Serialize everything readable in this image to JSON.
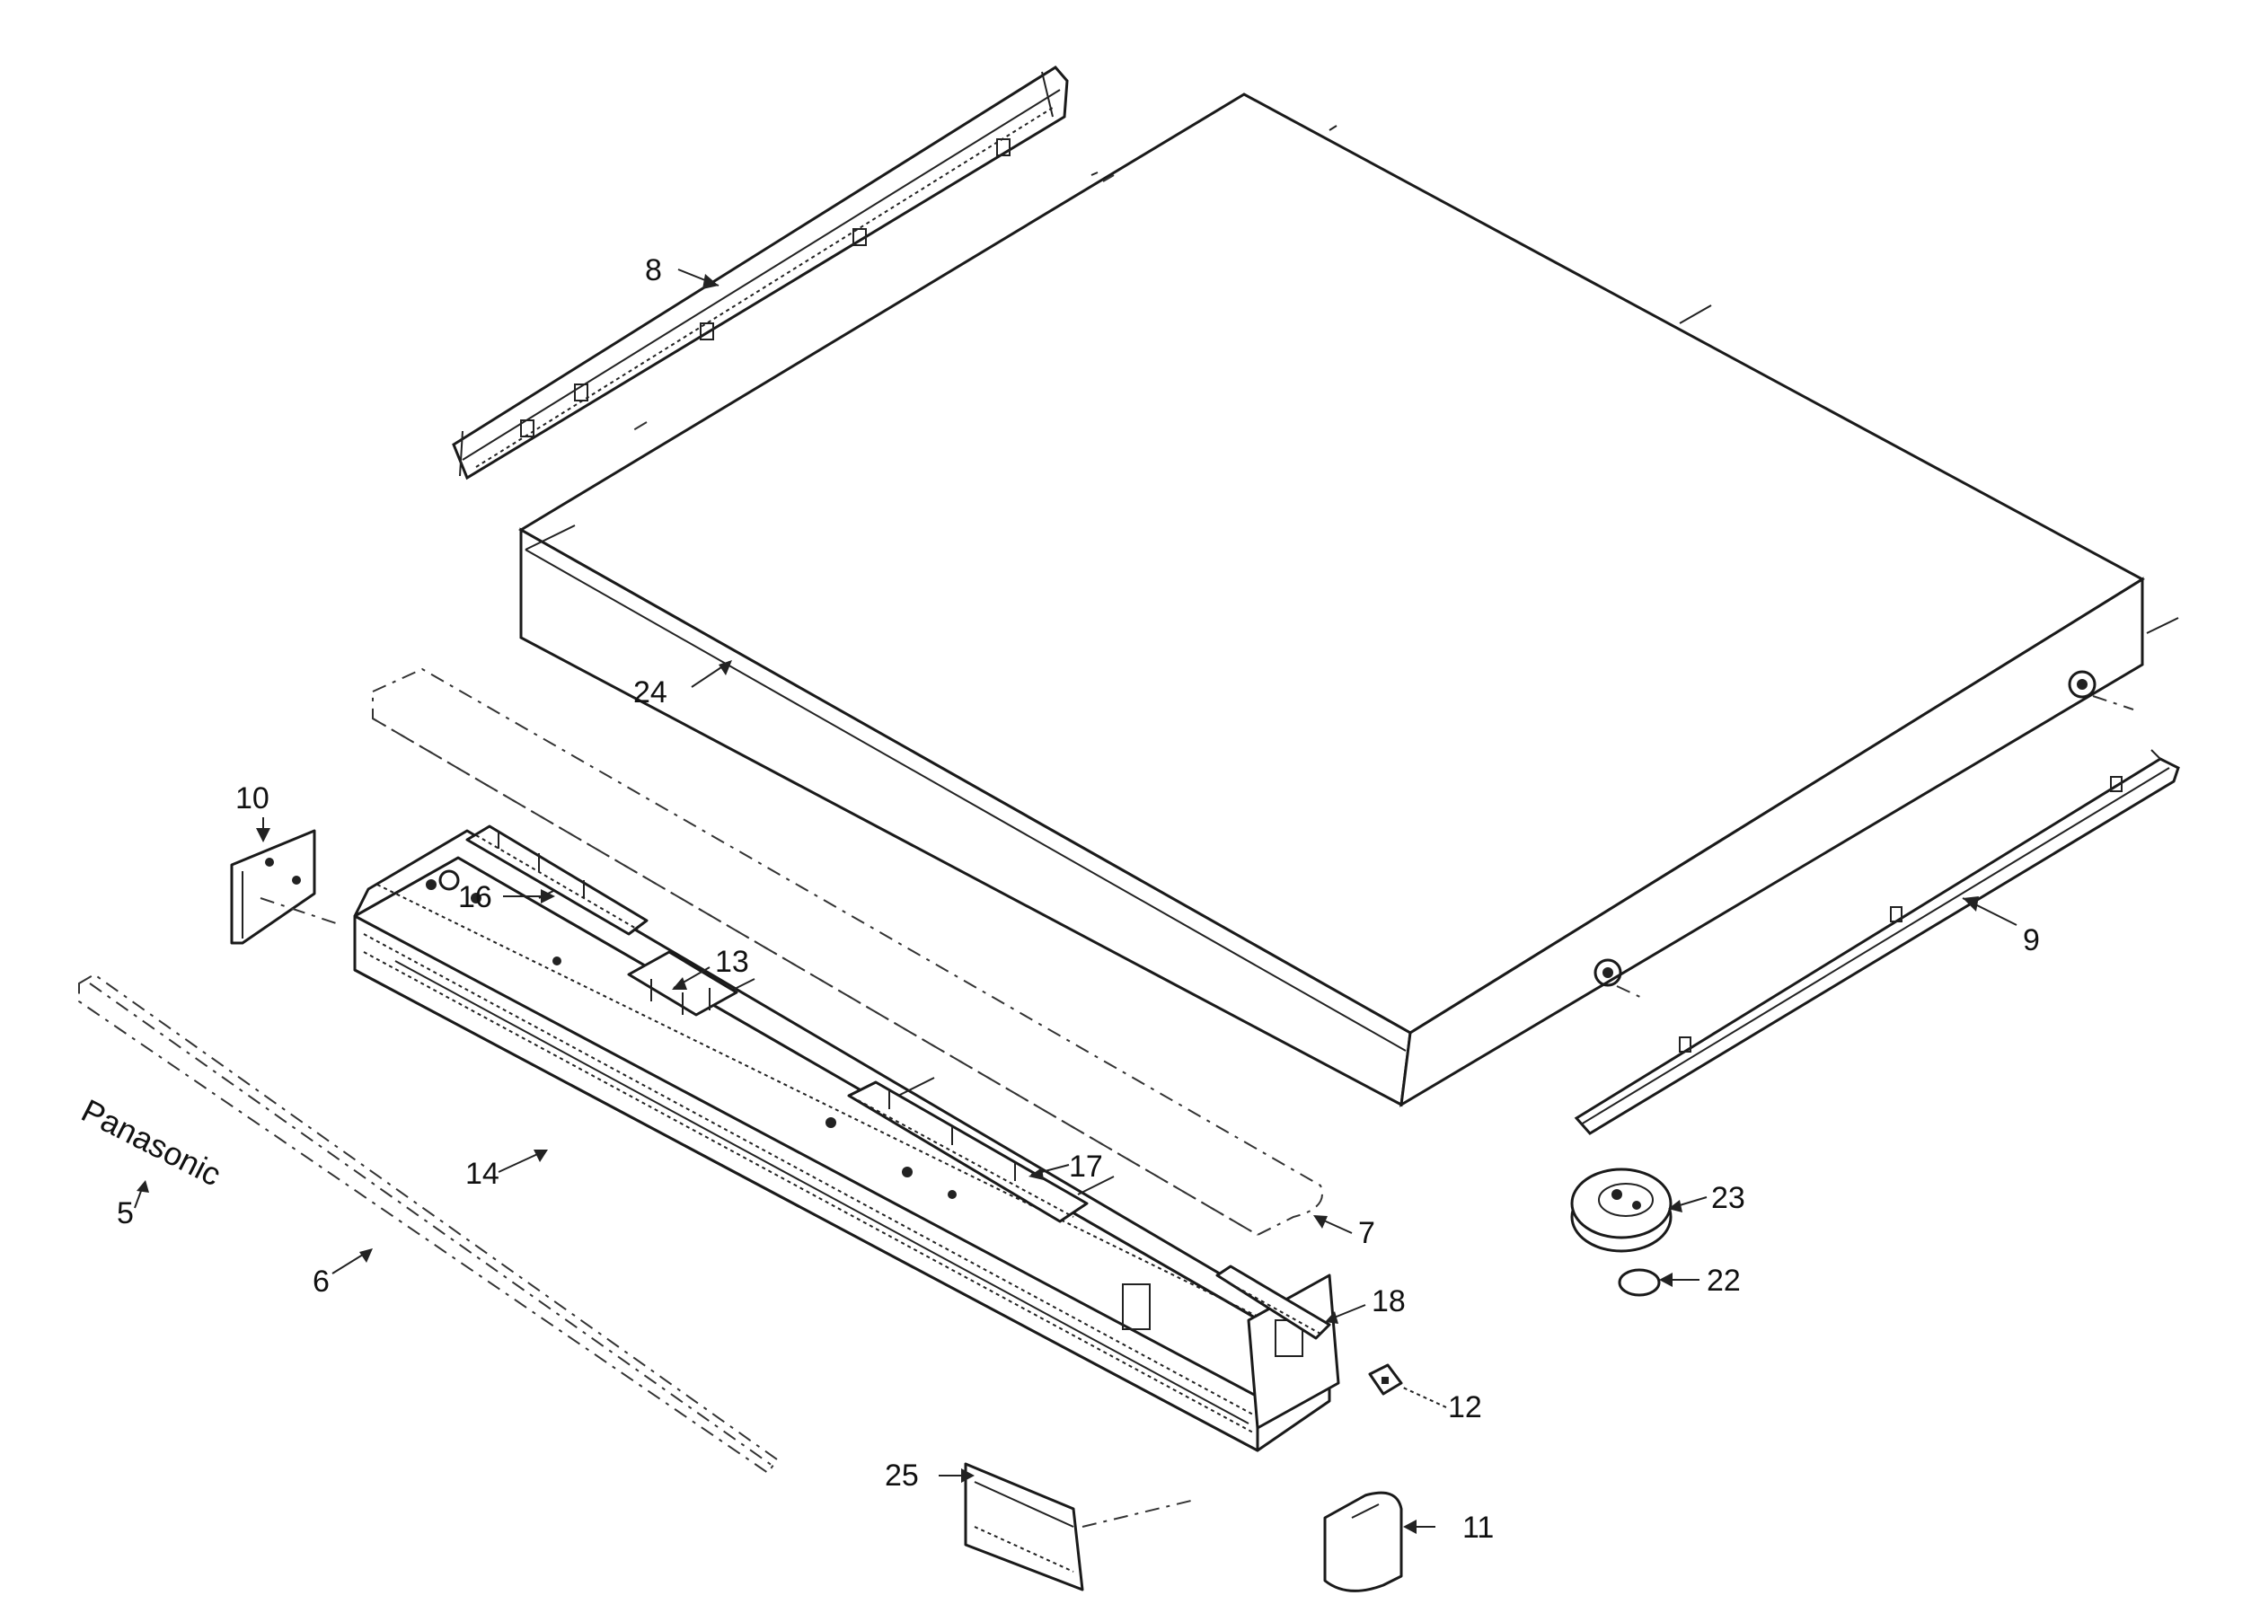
{
  "brand_text": "Panasonic",
  "callouts": {
    "c5": "5",
    "c6": "6",
    "c7": "7",
    "c8": "8",
    "c9": "9",
    "c10": "10",
    "c11": "11",
    "c12": "12",
    "c13": "13",
    "c14": "14",
    "c16": "16",
    "c17": "17",
    "c18": "18",
    "c22": "22",
    "c23": "23",
    "c24": "24",
    "c25": "25"
  },
  "colors": {
    "ink": "#1a1a1a",
    "paper": "#ffffff"
  }
}
